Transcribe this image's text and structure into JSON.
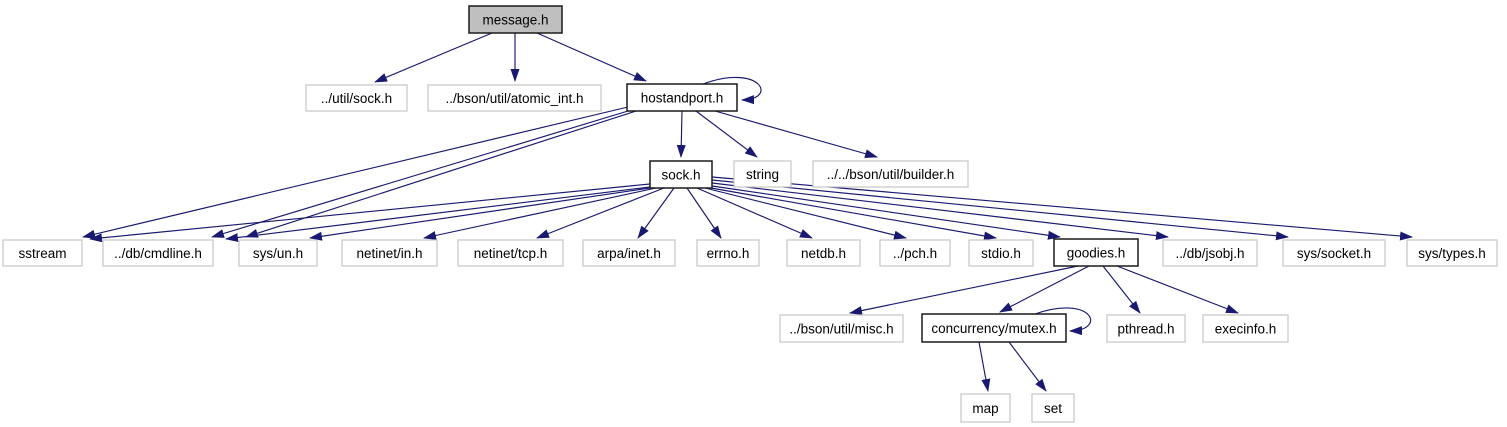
{
  "diagram": {
    "kind": "include-dependency-graph",
    "root": "message.h",
    "colors": {
      "edge": "#191970",
      "node_fill": "#ffffff",
      "root_fill": "#bfbfbf",
      "plain_border": "#c6c6c6",
      "bold_border": "#1a1a1a",
      "text": "#000000",
      "background": "#ffffff"
    },
    "nodes": [
      {
        "id": "message-h",
        "label": "message.h",
        "style": "root"
      },
      {
        "id": "util-sock-h",
        "label": "../util/sock.h",
        "style": "plain"
      },
      {
        "id": "bson-atomic-int-h",
        "label": "../bson/util/atomic_int.h",
        "style": "plain"
      },
      {
        "id": "hostandport-h",
        "label": "hostandport.h",
        "style": "bold"
      },
      {
        "id": "sock-h",
        "label": "sock.h",
        "style": "bold"
      },
      {
        "id": "string",
        "label": "string",
        "style": "plain"
      },
      {
        "id": "bson-builder-h",
        "label": "../../bson/util/builder.h",
        "style": "plain"
      },
      {
        "id": "sstream",
        "label": "sstream",
        "style": "plain"
      },
      {
        "id": "db-cmdline-h",
        "label": "../db/cmdline.h",
        "style": "plain"
      },
      {
        "id": "sys-un-h",
        "label": "sys/un.h",
        "style": "plain"
      },
      {
        "id": "netinet-in-h",
        "label": "netinet/in.h",
        "style": "plain"
      },
      {
        "id": "netinet-tcp-h",
        "label": "netinet/tcp.h",
        "style": "plain"
      },
      {
        "id": "arpa-inet-h",
        "label": "arpa/inet.h",
        "style": "plain"
      },
      {
        "id": "errno-h",
        "label": "errno.h",
        "style": "plain"
      },
      {
        "id": "netdb-h",
        "label": "netdb.h",
        "style": "plain"
      },
      {
        "id": "pch-h",
        "label": "../pch.h",
        "style": "plain"
      },
      {
        "id": "stdio-h",
        "label": "stdio.h",
        "style": "plain"
      },
      {
        "id": "goodies-h",
        "label": "goodies.h",
        "style": "bold"
      },
      {
        "id": "db-jsobj-h",
        "label": "../db/jsobj.h",
        "style": "plain"
      },
      {
        "id": "sys-socket-h",
        "label": "sys/socket.h",
        "style": "plain"
      },
      {
        "id": "sys-types-h",
        "label": "sys/types.h",
        "style": "plain"
      },
      {
        "id": "bson-misc-h",
        "label": "../bson/util/misc.h",
        "style": "plain"
      },
      {
        "id": "concurrency-mutex-h",
        "label": "concurrency/mutex.h",
        "style": "bold"
      },
      {
        "id": "pthread-h",
        "label": "pthread.h",
        "style": "plain"
      },
      {
        "id": "execinfo-h",
        "label": "execinfo.h",
        "style": "plain"
      },
      {
        "id": "map",
        "label": "map",
        "style": "plain"
      },
      {
        "id": "set",
        "label": "set",
        "style": "plain"
      }
    ],
    "edges": [
      {
        "from": "message.h",
        "to": "../util/sock.h"
      },
      {
        "from": "message.h",
        "to": "../bson/util/atomic_int.h"
      },
      {
        "from": "message.h",
        "to": "hostandport.h"
      },
      {
        "from": "hostandport.h",
        "to": "hostandport.h"
      },
      {
        "from": "hostandport.h",
        "to": "sock.h"
      },
      {
        "from": "hostandport.h",
        "to": "string"
      },
      {
        "from": "hostandport.h",
        "to": "../../bson/util/builder.h"
      },
      {
        "from": "hostandport.h",
        "to": "sstream"
      },
      {
        "from": "hostandport.h",
        "to": "../db/cmdline.h"
      },
      {
        "from": "hostandport.h",
        "to": "sys/un.h"
      },
      {
        "from": "sock.h",
        "to": "sstream"
      },
      {
        "from": "sock.h",
        "to": "../db/cmdline.h"
      },
      {
        "from": "sock.h",
        "to": "sys/un.h"
      },
      {
        "from": "sock.h",
        "to": "netinet/in.h"
      },
      {
        "from": "sock.h",
        "to": "netinet/tcp.h"
      },
      {
        "from": "sock.h",
        "to": "arpa/inet.h"
      },
      {
        "from": "sock.h",
        "to": "errno.h"
      },
      {
        "from": "sock.h",
        "to": "netdb.h"
      },
      {
        "from": "sock.h",
        "to": "../pch.h"
      },
      {
        "from": "sock.h",
        "to": "stdio.h"
      },
      {
        "from": "sock.h",
        "to": "goodies.h"
      },
      {
        "from": "sock.h",
        "to": "../db/jsobj.h"
      },
      {
        "from": "sock.h",
        "to": "sys/socket.h"
      },
      {
        "from": "sock.h",
        "to": "sys/types.h"
      },
      {
        "from": "goodies.h",
        "to": "../bson/util/misc.h"
      },
      {
        "from": "goodies.h",
        "to": "concurrency/mutex.h"
      },
      {
        "from": "goodies.h",
        "to": "pthread.h"
      },
      {
        "from": "goodies.h",
        "to": "execinfo.h"
      },
      {
        "from": "concurrency/mutex.h",
        "to": "concurrency/mutex.h"
      },
      {
        "from": "concurrency/mutex.h",
        "to": "map"
      },
      {
        "from": "concurrency/mutex.h",
        "to": "set"
      }
    ]
  }
}
